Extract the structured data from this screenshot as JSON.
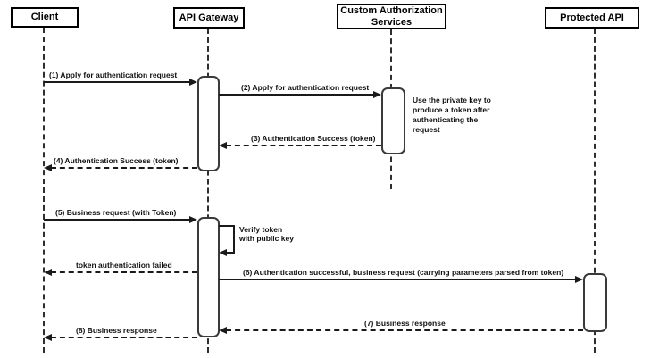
{
  "diagram": {
    "type": "sequence-diagram",
    "colors": {
      "background": "#ffffff",
      "stroke": "#1a1a1a"
    },
    "participants": [
      {
        "name": "Client"
      },
      {
        "name": "API Gateway"
      },
      {
        "name": "Custom Authorization Services"
      },
      {
        "name": "Protected API"
      }
    ],
    "messages": [
      {
        "label": "(1) Apply for authentication request",
        "from": "Client",
        "to": "API Gateway",
        "line": "solid"
      },
      {
        "label": "(2) Apply for authentication request",
        "from": "API Gateway",
        "to": "Custom Authorization Services",
        "line": "solid"
      },
      {
        "label": "(3) Authentication Success (token)",
        "from": "Custom Authorization Services",
        "to": "API Gateway",
        "line": "dashed"
      },
      {
        "label": "(4) Authentication Success (token)",
        "from": "API Gateway",
        "to": "Client",
        "line": "dashed"
      },
      {
        "label": "(5) Business request (with Token)",
        "from": "Client",
        "to": "API Gateway",
        "line": "solid"
      },
      {
        "label": "Verify token\nwith public key",
        "from": "API Gateway",
        "to": "API Gateway",
        "line": "solid"
      },
      {
        "label": "token authentication failed",
        "from": "API Gateway",
        "to": "Client",
        "line": "dashed"
      },
      {
        "label": "(6) Authentication successful, business request (carrying parameters parsed from token)",
        "from": "API Gateway",
        "to": "Protected API",
        "line": "solid"
      },
      {
        "label": "(7) Business response",
        "from": "Protected API",
        "to": "API Gateway",
        "line": "dashed"
      },
      {
        "label": "(8) Business response",
        "from": "API Gateway",
        "to": "Client",
        "line": "dashed"
      }
    ],
    "note": {
      "text": "Use the private key to produce a token after authenticating the request"
    }
  }
}
